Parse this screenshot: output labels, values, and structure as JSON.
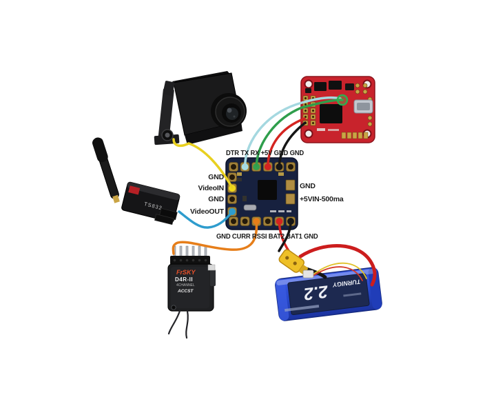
{
  "osd_board": {
    "top_label": "DTR TX RX +5V GND GND",
    "left_labels": [
      "GND",
      "VideoIN",
      "GND",
      "VideoOUT"
    ],
    "right_labels": [
      "GND",
      "+5VIN-500ma"
    ],
    "bottom_label": "GND CURR RSSI BAT2 BAT1 GND"
  },
  "receiver": {
    "brand": "FrSKY",
    "model": "D4R-II",
    "channels_label": "4CHANNEL",
    "protocol_label": "ACCST"
  },
  "video_transmitter": {
    "label": "TS832"
  },
  "battery": {
    "brand": "TURNIGY",
    "capacity_label": "2.2"
  },
  "wire_colors": {
    "video_in_yellow": "#e8d020",
    "video_out_blue": "#2e9ccd",
    "uart_tx_cyan": "#a5d8e0",
    "uart_rx_green": "#2f9e4c",
    "power_5v_red": "#d42420",
    "ground_black": "#161616",
    "rssi_orange": "#e67e1a",
    "battery_positive_red": "#d42420",
    "battery_negative_black": "#161616"
  },
  "board_colors": {
    "osd_pcb_navy": "#17213f",
    "flight_controller_red": "#c8232c",
    "battery_blue": "#2a4ed0",
    "xt60_yellow": "#eec027"
  }
}
